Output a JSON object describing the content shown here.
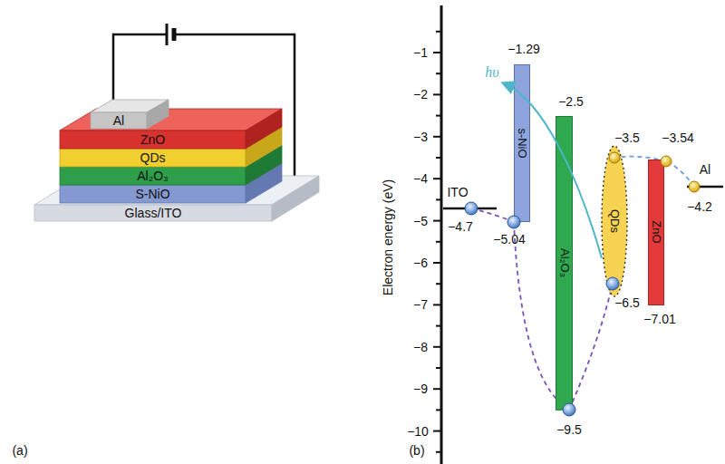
{
  "diagram": {
    "nodes": [
      {
        "text": [
          "Al"
        ]
      },
      {
        "text": [
          "ZnO"
        ]
      },
      {
        "text": [
          "QDs"
        ]
      },
      {
        "text": [
          "Al₂O₃"
        ]
      },
      {
        "text": [
          "S-NiO"
        ]
      },
      {
        "text": [
          "Glass/ITO"
        ]
      },
      {
        "text": [
          "s-NiO"
        ]
      },
      {
        "text": [
          "Al₂O₃"
        ]
      },
      {
        "text": [
          "QDs"
        ]
      },
      {
        "text": [
          "ZnO"
        ]
      }
    ],
    "labels": [
      "(a)",
      "(b)",
      "Electron energy (eV)",
      "−1",
      "−2",
      "−3",
      "−4",
      "−5",
      "−6",
      "−7",
      "−8",
      "−9",
      "−10",
      "−1.29",
      "ITO",
      "−4.7",
      "−5.04",
      "−2.5",
      "−9.5",
      "−3.5",
      "−6.5",
      "−3.54",
      "−7.01",
      "Al",
      "−4.2",
      "hυ"
    ]
  }
}
